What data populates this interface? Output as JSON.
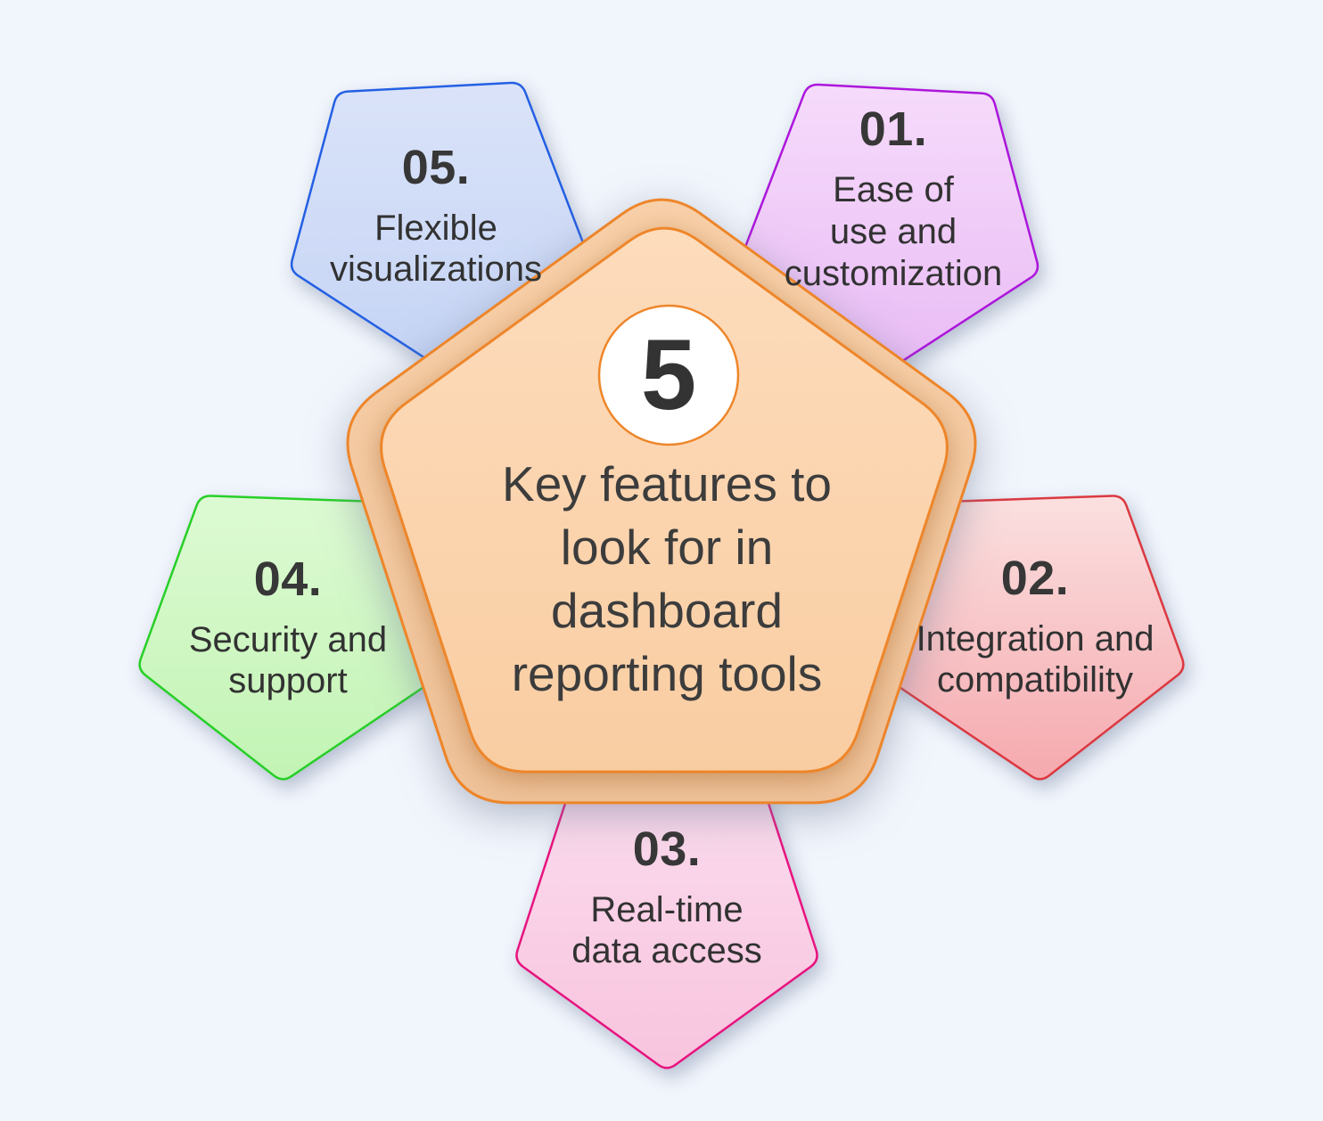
{
  "page": {
    "background_color": "#F1F5FC"
  },
  "center": {
    "badge_number": "5",
    "title": "Key features to\nlook for in\ndashboard\nreporting tools",
    "border_color": "#EE862A",
    "fill_top": "#FDDCBC",
    "fill_bottom": "#F9CDA2",
    "rim_fill_top": "#F8D0A9",
    "rim_fill_bottom": "#EFC299",
    "text_color": "#3C3C3C"
  },
  "items": [
    {
      "number": "01.",
      "label": "Ease of\nuse and\ncustomization",
      "border_color": "#AC16DB",
      "fill_top": "#F6DBFB",
      "fill_bottom": "#E9BCF5"
    },
    {
      "number": "02.",
      "label": "Integration and\ncompatibility",
      "border_color": "#DB3940",
      "fill_top": "#FBE0E0",
      "fill_bottom": "#F5A9AE"
    },
    {
      "number": "03.",
      "label": "Real-time\ndata access",
      "border_color": "#E8137F",
      "fill_top": "#FBDCEE",
      "fill_bottom": "#F8C4DE"
    },
    {
      "number": "04.",
      "label": "Security and\nsupport",
      "border_color": "#28CF28",
      "fill_top": "#DDFAD3",
      "fill_bottom": "#C2F4B4"
    },
    {
      "number": "05.",
      "label": "Flexible\nvisualizations",
      "border_color": "#2460E4",
      "fill_top": "#DAE3F9",
      "fill_bottom": "#C5D4F5"
    }
  ]
}
